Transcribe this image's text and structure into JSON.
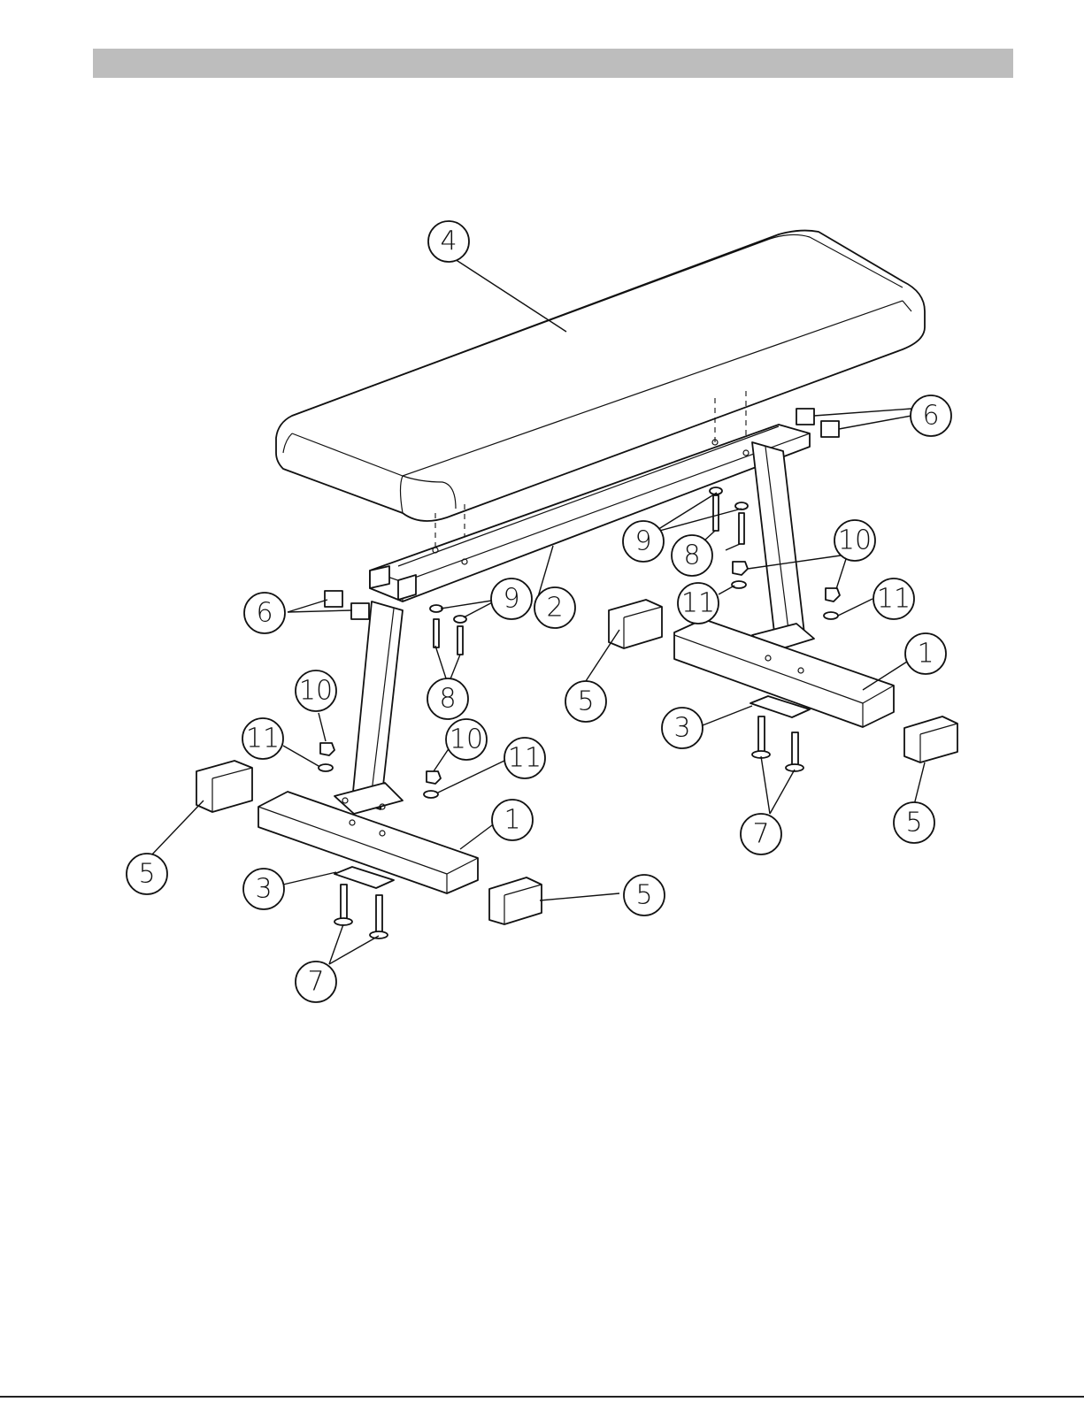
{
  "diagram": {
    "colors": {
      "header_bar": "#bdbdbd",
      "line": "#111111",
      "background": "#ffffff"
    },
    "callouts": [
      {
        "id": "c4",
        "label": "4"
      },
      {
        "id": "c6a",
        "label": "6"
      },
      {
        "id": "c6b",
        "label": "6"
      },
      {
        "id": "c2",
        "label": "2"
      },
      {
        "id": "c9a",
        "label": "9"
      },
      {
        "id": "c9b",
        "label": "9"
      },
      {
        "id": "c8a",
        "label": "8"
      },
      {
        "id": "c8b",
        "label": "8"
      },
      {
        "id": "c10a",
        "label": "10"
      },
      {
        "id": "c10b",
        "label": "10"
      },
      {
        "id": "c10c",
        "label": "10"
      },
      {
        "id": "c11a",
        "label": "11"
      },
      {
        "id": "c11b",
        "label": "11"
      },
      {
        "id": "c11c",
        "label": "11"
      },
      {
        "id": "c11d",
        "label": "11"
      },
      {
        "id": "c1a",
        "label": "1"
      },
      {
        "id": "c1b",
        "label": "1"
      },
      {
        "id": "c3a",
        "label": "3"
      },
      {
        "id": "c3b",
        "label": "3"
      },
      {
        "id": "c5a",
        "label": "5"
      },
      {
        "id": "c5b",
        "label": "5"
      },
      {
        "id": "c5c",
        "label": "5"
      },
      {
        "id": "c5d",
        "label": "5"
      },
      {
        "id": "c7a",
        "label": "7"
      },
      {
        "id": "c7b",
        "label": "7"
      }
    ]
  }
}
